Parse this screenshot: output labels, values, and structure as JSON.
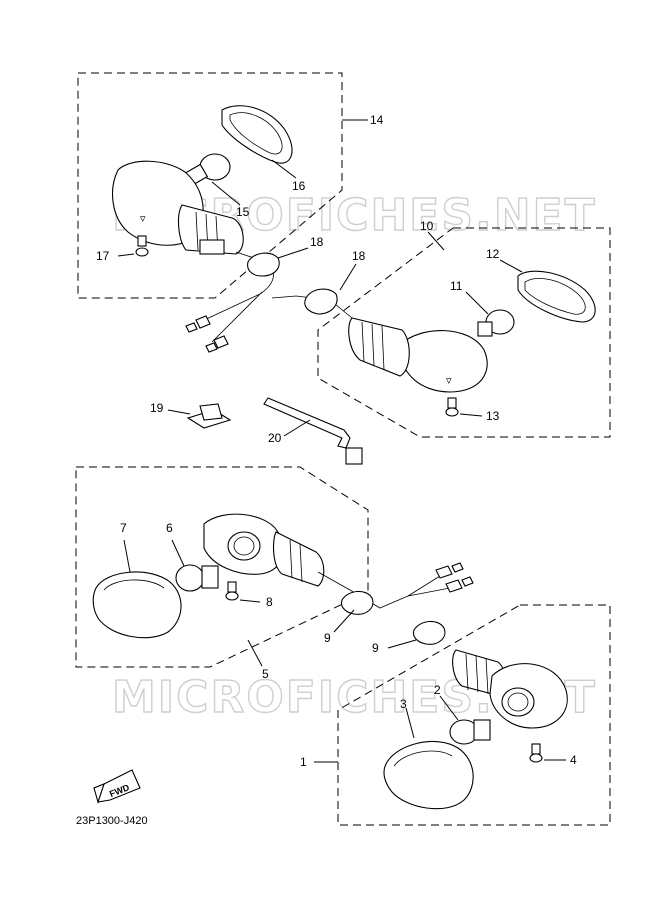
{
  "diagram": {
    "code": "23P1300-J420",
    "fwd_label": "FWD",
    "watermark": "MICROFICHES.NET",
    "callouts": [
      "1",
      "2",
      "3",
      "4",
      "5",
      "6",
      "7",
      "8",
      "9",
      "9",
      "10",
      "11",
      "12",
      "13",
      "14",
      "15",
      "16",
      "17",
      "18",
      "18",
      "19",
      "20"
    ]
  }
}
